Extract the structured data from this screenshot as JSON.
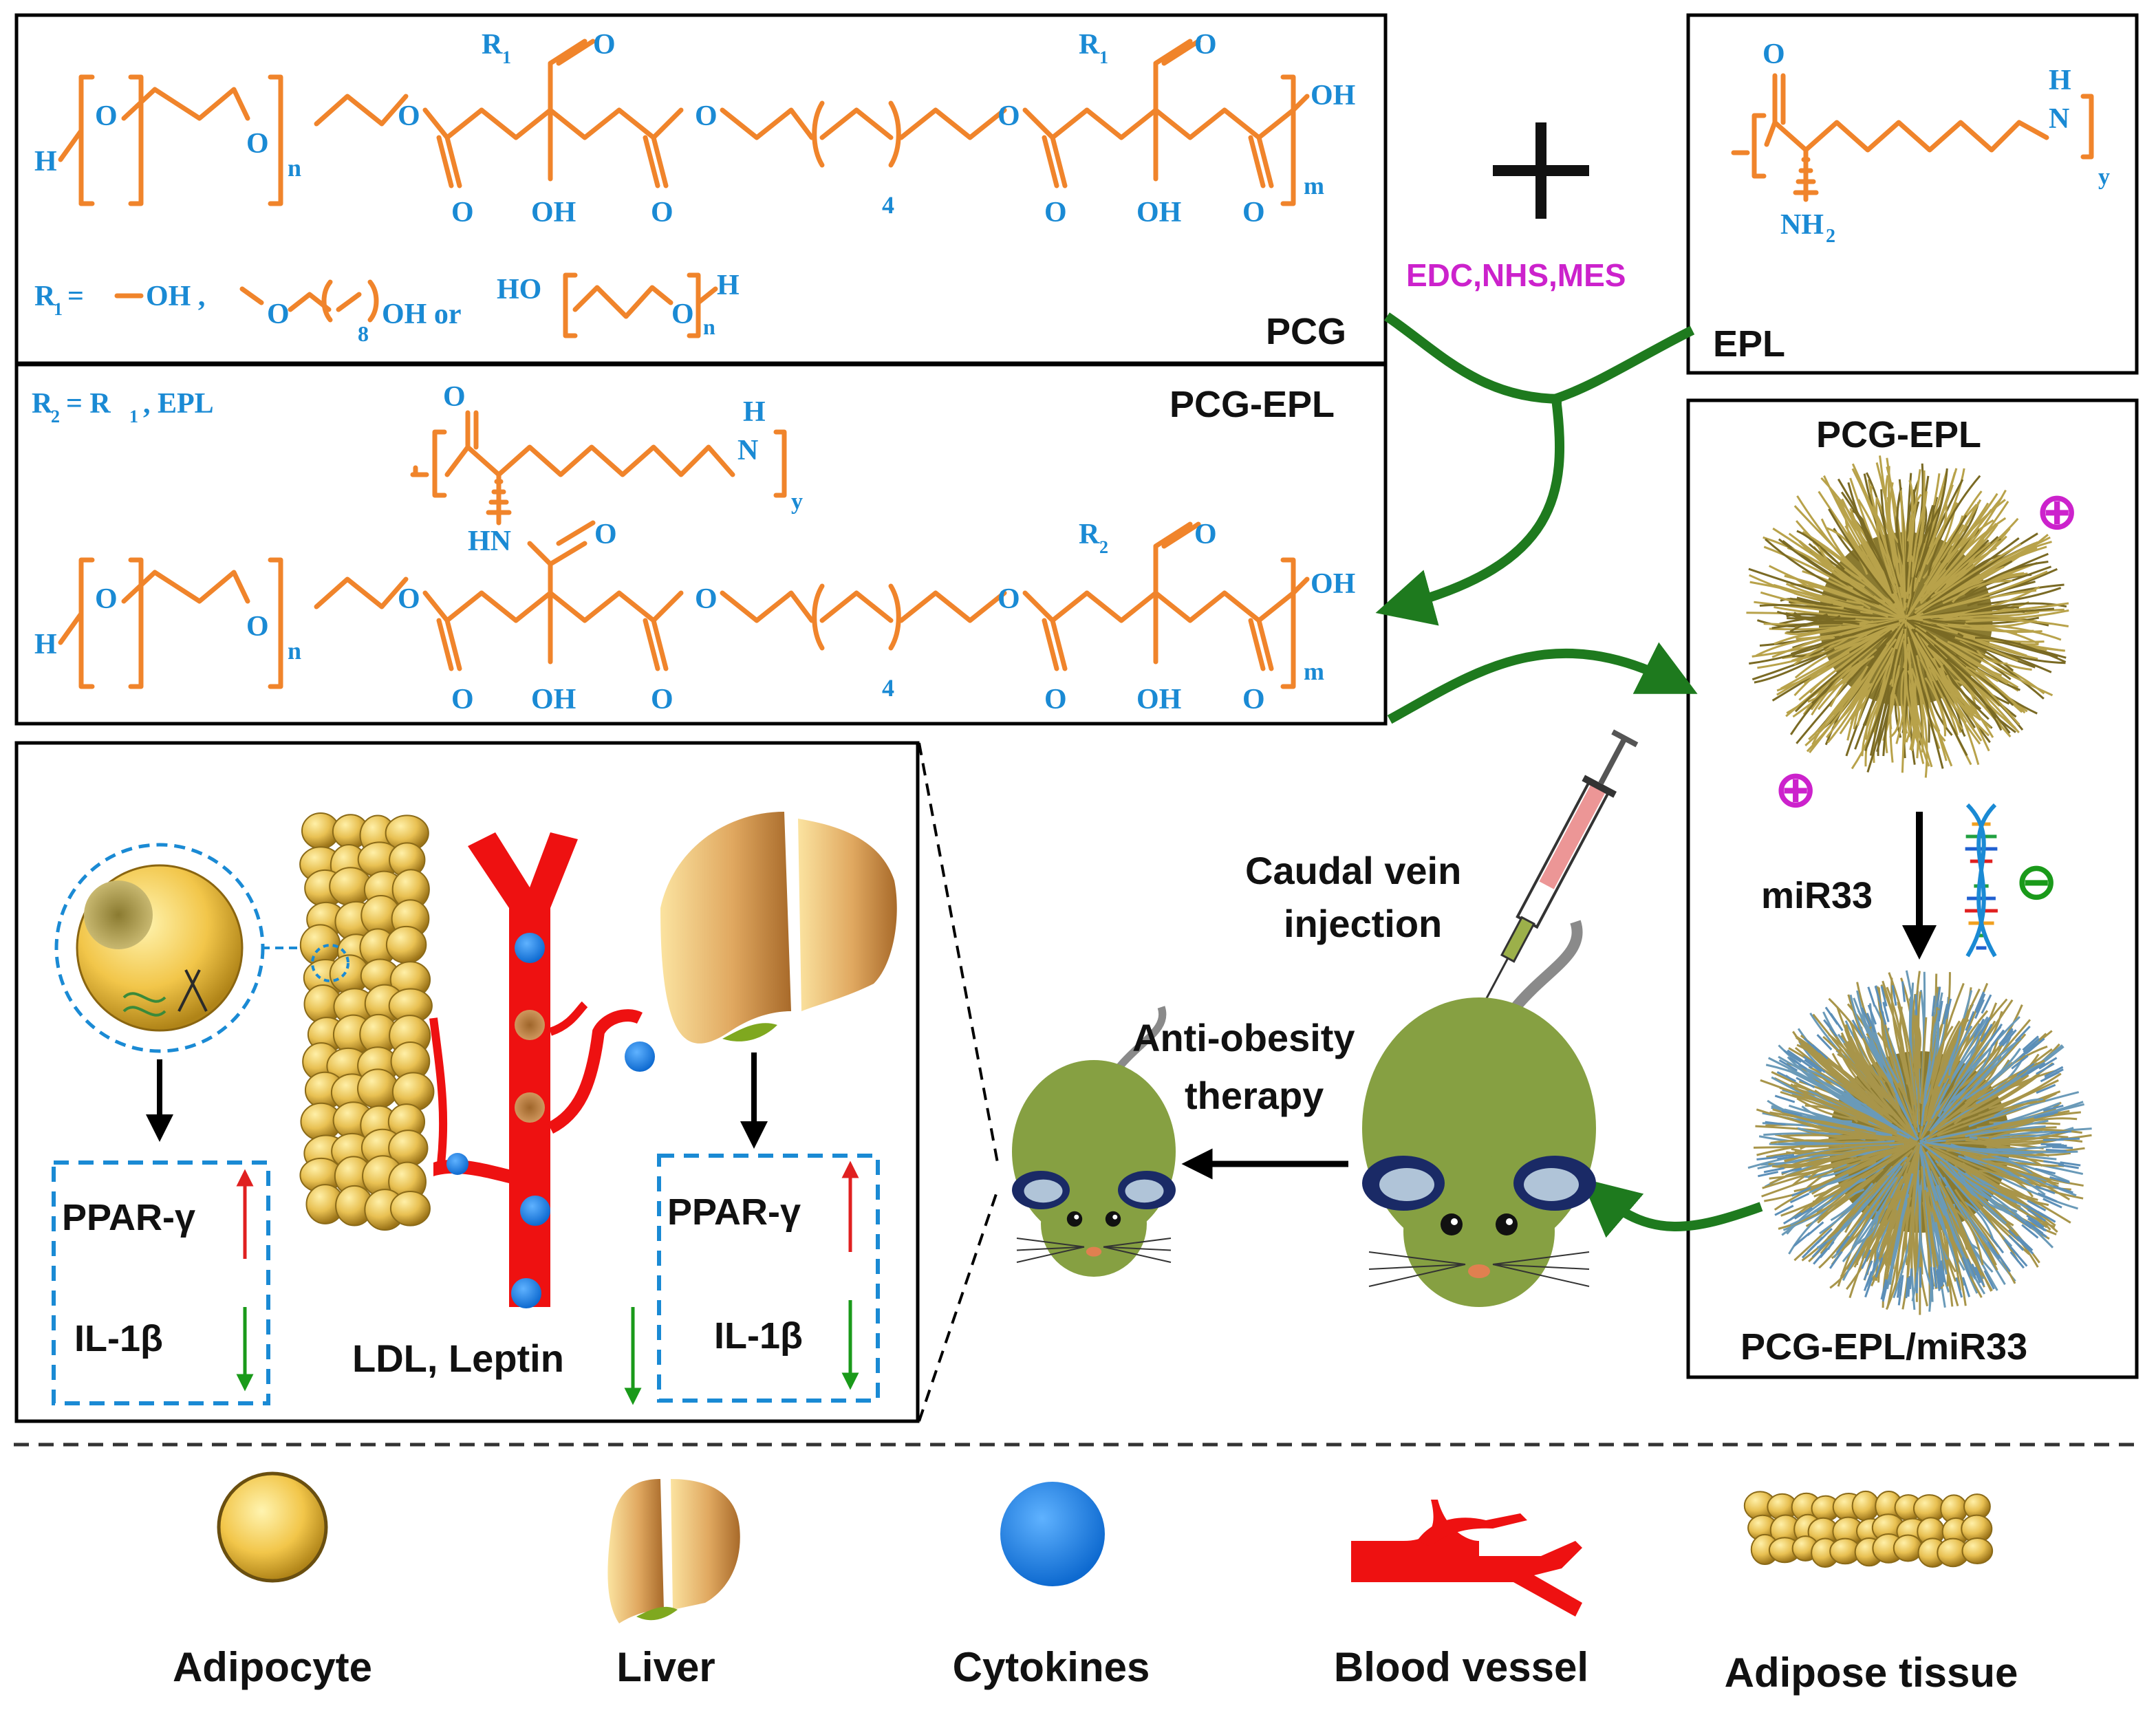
{
  "labels": {
    "pcg": "PCG",
    "epl": "EPL",
    "pcg_epl_polymer": "PCG-EPL",
    "pcg_epl_particle": "PCG-EPL",
    "pcg_epl_mir33": "PCG-EPL/miR33",
    "reagents": "EDC,NHS,MES",
    "plus": "+",
    "mir33": "miR33",
    "injection_line1": "Caudal vein",
    "injection_line2": "injection",
    "therapy_line1": "Anti-obesity",
    "therapy_line2": "therapy",
    "ppar_left": "PPAR-γ",
    "il1b_left": "IL-1β",
    "ppar_right": "PPAR-γ",
    "il1b_right": "IL-1β",
    "ldl_leptin": "LDL, Leptin",
    "plus_charge": "⊕",
    "minus_charge": "⊖"
  },
  "chem": {
    "r1_def_prefix": "R",
    "r1_sub": "1",
    "r1_def_eq": "= ",
    "r1_opt1": "OH ,",
    "r1_opt2": "OH or",
    "r1_opt2_idx": "8",
    "r1_opt3_prefix": "HO",
    "r1_opt3_suffix": "H",
    "n": "n",
    "m": "m",
    "y": "y",
    "four": "4",
    "O": "O",
    "OH": "OH",
    "H": "H",
    "HN": "HN",
    "N": "N",
    "NH": "NH",
    "two": "2",
    "R": "R",
    "one": "1",
    "r2_def": "R  = R  , EPL",
    "r2_sub": "2",
    "r2_sub1": "1"
  },
  "legend": {
    "items": [
      {
        "label": "Adipocyte",
        "icon": "adipocyte-icon"
      },
      {
        "label": "Liver",
        "icon": "liver-icon"
      },
      {
        "label": "Cytokines",
        "icon": "cytokine-icon"
      },
      {
        "label": "Blood vessel",
        "icon": "blood-vessel-icon"
      },
      {
        "label": "Adipose tissue",
        "icon": "adipose-tissue-icon"
      }
    ]
  },
  "colors": {
    "chem_bond": "#f0842b",
    "chem_text": "#1a8ad4",
    "reagent": "#cc22cc",
    "arrow_green": "#1e7a1e",
    "vessel_red": "#ee1111",
    "cytokine_blue": "#1a7fd8",
    "mouse_green": "#86a042",
    "dashed_blue": "#1a8ad4",
    "up_red": "#e02020",
    "down_green": "#1a9a1a"
  }
}
